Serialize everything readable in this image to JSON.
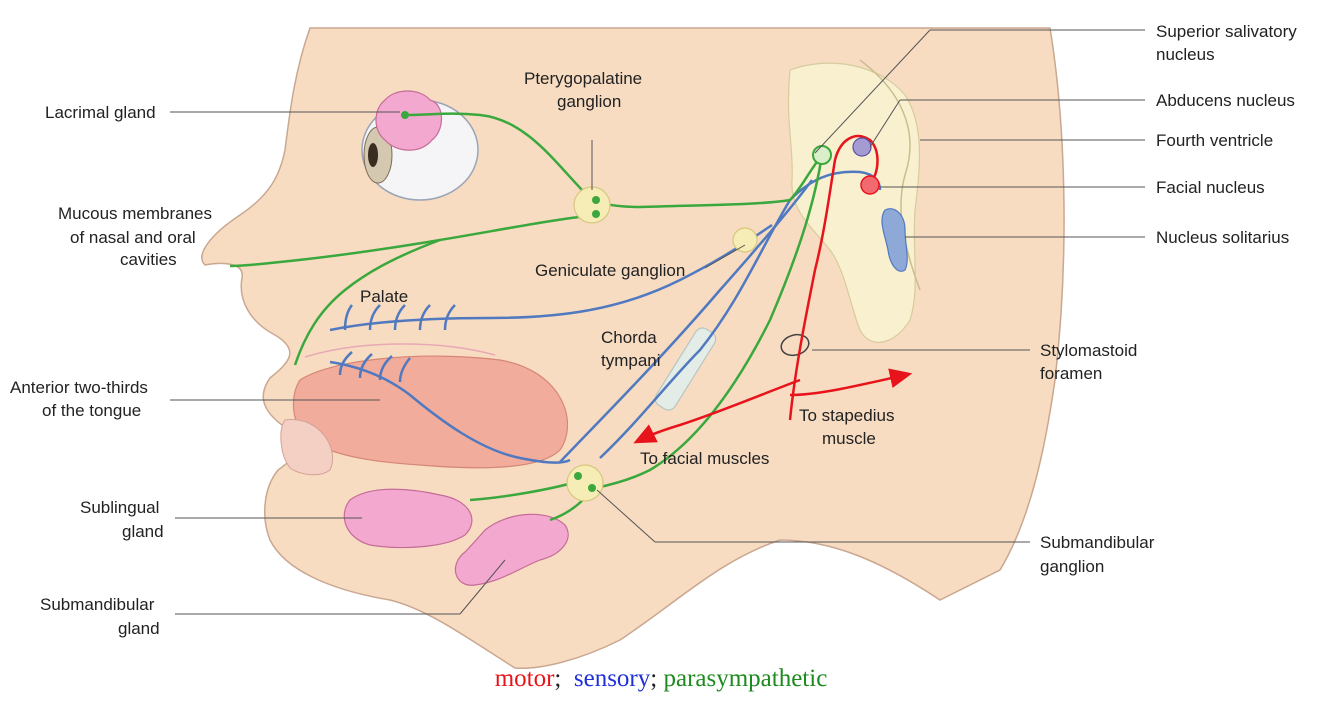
{
  "colors": {
    "motor": "#e8141c",
    "sensory": "#5079c0",
    "parasympathetic": "#3aa83c",
    "skin": "#f7dcc2",
    "brainstem": "#f8f0cf",
    "gland": "#f3a9cf",
    "tongue": "#f1ac9c"
  },
  "labels": {
    "lacrimal": "Lacrimal gland",
    "mucous_1": "Mucous membranes",
    "mucous_2": "of nasal and oral",
    "mucous_3": "cavities",
    "pterygo_1": "Pterygopalatine",
    "pterygo_2": "ganglion",
    "geniculate": "Geniculate ganglion",
    "palate": "Palate",
    "chorda_1": "Chorda",
    "chorda_2": "tympani",
    "tongue_1": "Anterior two-thirds",
    "tongue_2": "of the tongue",
    "sublingual_1": "Sublingual",
    "sublingual_2": "gland",
    "submand_gland_1": "Submandibular",
    "submand_gland_2": "gland",
    "facial_muscles": "To facial muscles",
    "stapedius_1": "To stapedius",
    "stapedius_2": "muscle",
    "ssn_1": "Superior salivatory",
    "ssn_2": "nucleus",
    "abducens": "Abducens nucleus",
    "fourth": "Fourth ventricle",
    "facial_nucleus": "Facial nucleus",
    "solitarius": "Nucleus solitarius",
    "stylo_1": "Stylomastoid",
    "stylo_2": "foramen",
    "submand_gang_1": "Submandibular",
    "submand_gang_2": "ganglion"
  },
  "legend": {
    "motor": "motor",
    "sep1": ";  ",
    "sensory": "sensory",
    "sep2": "; ",
    "parasympathetic": "parasympathetic"
  }
}
